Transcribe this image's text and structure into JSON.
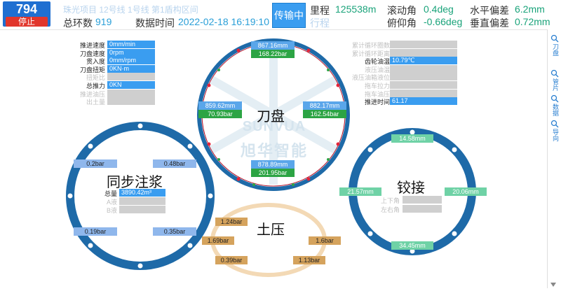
{
  "header": {
    "ring_number": "794",
    "stop_label": "停止",
    "total_rings_label": "总环数",
    "total_rings_value": "919",
    "data_time_label": "数据时间",
    "data_time_value": "2022-02-18 16:19:10",
    "faded_project": "珠光项目 12号线 1号线 第1盾构区间",
    "transfer_button": "传输中",
    "mileage_label": "里程",
    "mileage_value": "125538m",
    "itinerary_label": "行程",
    "roll_label": "滚动角",
    "roll_value": "0.4deg",
    "pitch_label": "俯仰角",
    "pitch_value": "-0.66deg",
    "h_dev_label": "水平偏差",
    "h_dev_value": "6.2mm",
    "v_dev_label": "垂直偏差",
    "v_dev_value": "0.72mm"
  },
  "sidebar": {
    "items": [
      "刀盘",
      "管片",
      "数据",
      "导向"
    ]
  },
  "left_params": [
    {
      "label": "推进速度",
      "value": "0mm/min",
      "active": true
    },
    {
      "label": "刀盘速度",
      "value": "0rpm",
      "active": true
    },
    {
      "label": "贯入度",
      "value": "0mm/rpm",
      "active": true
    },
    {
      "label": "刀盘扭矩",
      "value": "0KN·m",
      "active": true
    },
    {
      "label": "扭矩比",
      "value": "",
      "active": false
    },
    {
      "label": "总推力",
      "value": "0KN",
      "active": true
    },
    {
      "label": "推进油压",
      "value": "",
      "active": false
    },
    {
      "label": "出土量",
      "value": "",
      "active": false
    }
  ],
  "right_params": [
    {
      "label": "累计循环圈数",
      "value": "",
      "active": false
    },
    {
      "label": "累计循环距离",
      "value": "",
      "active": false
    },
    {
      "label": "齿轮油温",
      "value": "10.79℃",
      "active": true
    },
    {
      "label": "液压油温",
      "value": "",
      "active": false
    },
    {
      "label": "液压油箱液位",
      "value": "",
      "active": false
    },
    {
      "label": "拖车拉力",
      "value": "",
      "active": false
    },
    {
      "label": "拖车油压",
      "value": "",
      "active": false
    },
    {
      "label": "推进时间",
      "value": "61.17",
      "active": true
    }
  ],
  "cutterhead": {
    "title": "刀盘",
    "top": {
      "dist": "867.16mm",
      "press": "168.22bar"
    },
    "left": {
      "dist": "859.62mm",
      "press": "70.93bar"
    },
    "right": {
      "dist": "882.17mm",
      "press": "162.54bar"
    },
    "bottom": {
      "dist": "878.89mm",
      "press": "201.95bar"
    },
    "watermark_en": "SUNVUA",
    "watermark_cn": "旭华智能"
  },
  "grouting": {
    "title": "同步注浆",
    "tl": "0.2bar",
    "tr": "0.48bar",
    "bl": "0.19bar",
    "br": "0.35bar",
    "total_label": "总量",
    "total_value": "3890.42m³",
    "a_label": "A液",
    "b_label": "B液"
  },
  "articulation": {
    "title": "铰接",
    "top": "14.58mm",
    "left": "21.57mm",
    "right": "20.06mm",
    "bottom": "34.45mm",
    "ud_label": "上下角",
    "lr_label": "左右角"
  },
  "earth": {
    "title": "土压",
    "tl": "1.24bar",
    "ml": "1.69bar",
    "mr": "1.6bar",
    "bl": "0.39bar",
    "br": "1.13bar"
  },
  "colors": {
    "primary": "#3a9df0",
    "ring_blue": "#1e6aa8",
    "green": "#2ca444",
    "orange_ring": "#f3d9b5"
  }
}
